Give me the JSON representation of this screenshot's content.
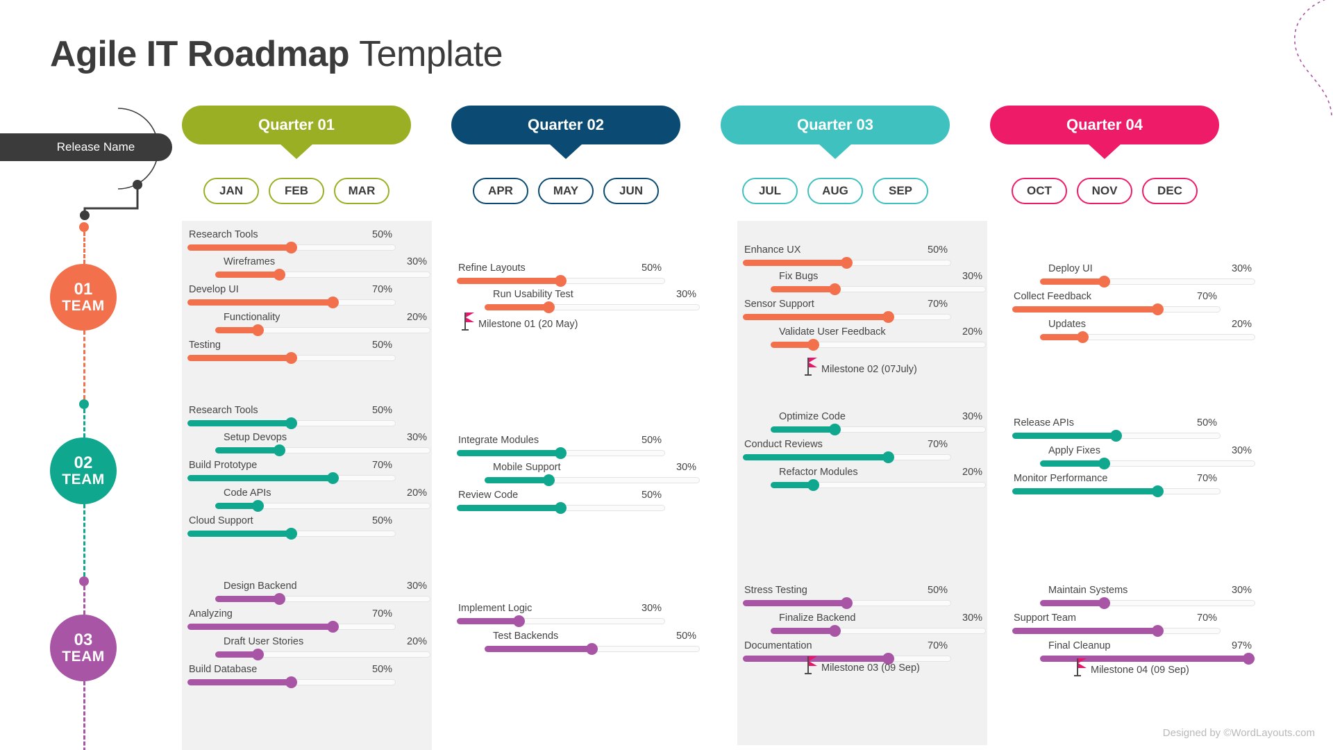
{
  "page": {
    "title_bold": "Agile IT Roadmap",
    "title_light": "Template",
    "credit": "Designed by ©WordLayouts.com"
  },
  "release": {
    "label": "Release Name",
    "color": "#3b3b3b"
  },
  "teams": [
    {
      "num": "01",
      "word": "TEAM",
      "color": "#F2704B"
    },
    {
      "num": "02",
      "word": "TEAM",
      "color": "#0FA78E"
    },
    {
      "num": "03",
      "word": "TEAM",
      "color": "#A855A5"
    }
  ],
  "quarters": [
    {
      "label": "Quarter 01",
      "color": "#9BAF24",
      "months": [
        "JAN",
        "FEB",
        "MAR"
      ],
      "tasks": [
        {
          "name": "Research Tools",
          "pct": "50%",
          "team": 1,
          "indent": false
        },
        {
          "name": "Wireframes",
          "pct": "30%",
          "team": 1,
          "indent": true
        },
        {
          "name": "Develop UI",
          "pct": "70%",
          "team": 1,
          "indent": false
        },
        {
          "name": "Functionality",
          "pct": "20%",
          "team": 1,
          "indent": true
        },
        {
          "name": "Testing",
          "pct": "50%",
          "team": 1,
          "indent": false
        },
        {
          "name": "Research Tools",
          "pct": "50%",
          "team": 2,
          "indent": false
        },
        {
          "name": "Setup Devops",
          "pct": "30%",
          "team": 2,
          "indent": true
        },
        {
          "name": "Build Prototype",
          "pct": "70%",
          "team": 2,
          "indent": false
        },
        {
          "name": "Code APIs",
          "pct": "20%",
          "team": 2,
          "indent": true
        },
        {
          "name": "Cloud Support",
          "pct": "50%",
          "team": 2,
          "indent": false
        },
        {
          "name": "Design Backend",
          "pct": "30%",
          "team": 3,
          "indent": true
        },
        {
          "name": "Analyzing",
          "pct": "70%",
          "team": 3,
          "indent": false
        },
        {
          "name": "Draft User Stories",
          "pct": "20%",
          "team": 3,
          "indent": true
        },
        {
          "name": "Build Database",
          "pct": "50%",
          "team": 3,
          "indent": false
        }
      ],
      "milestones": []
    },
    {
      "label": "Quarter 02",
      "color": "#0B4A72",
      "months": [
        "APR",
        "MAY",
        "JUN"
      ],
      "tasks": [
        {
          "name": "Refine Layouts",
          "pct": "50%",
          "team": 1,
          "indent": false
        },
        {
          "name": "Run Usability Test",
          "pct": "30%",
          "team": 1,
          "indent": true
        },
        {
          "name": "Integrate Modules",
          "pct": "50%",
          "team": 2,
          "indent": false
        },
        {
          "name": "Mobile Support",
          "pct": "30%",
          "team": 2,
          "indent": true
        },
        {
          "name": "Review Code",
          "pct": "50%",
          "team": 2,
          "indent": false
        },
        {
          "name": "Implement Logic",
          "pct": "30%",
          "team": 3,
          "indent": false
        },
        {
          "name": "Test Backends",
          "pct": "50%",
          "team": 3,
          "indent": true
        }
      ],
      "milestones": [
        {
          "text": "Milestone 01 (20 May)",
          "after": 2
        }
      ]
    },
    {
      "label": "Quarter 03",
      "color": "#3FC1C0",
      "months": [
        "JUL",
        "AUG",
        "SEP"
      ],
      "tasks": [
        {
          "name": "Enhance UX",
          "pct": "50%",
          "team": 1,
          "indent": false
        },
        {
          "name": "Fix Bugs",
          "pct": "30%",
          "team": 1,
          "indent": true
        },
        {
          "name": "Sensor Support",
          "pct": "70%",
          "team": 1,
          "indent": false
        },
        {
          "name": "Validate User Feedback",
          "pct": "20%",
          "team": 1,
          "indent": true
        },
        {
          "name": "Optimize Code",
          "pct": "30%",
          "team": 2,
          "indent": true
        },
        {
          "name": "Conduct Reviews",
          "pct": "70%",
          "team": 2,
          "indent": false
        },
        {
          "name": "Refactor Modules",
          "pct": "20%",
          "team": 2,
          "indent": true
        },
        {
          "name": "Stress Testing",
          "pct": "50%",
          "team": 3,
          "indent": false
        },
        {
          "name": "Finalize Backend",
          "pct": "30%",
          "team": 3,
          "indent": true
        },
        {
          "name": "Documentation",
          "pct": "70%",
          "team": 3,
          "indent": false
        }
      ],
      "milestones": [
        {
          "text": "Milestone 02 (07July)",
          "after": 4
        },
        {
          "text": "Milestone 03 (09 Sep)",
          "after": 10
        }
      ]
    },
    {
      "label": "Quarter 04",
      "color": "#EE1C68",
      "months": [
        "OCT",
        "NOV",
        "DEC"
      ],
      "tasks": [
        {
          "name": "Deploy UI",
          "pct": "30%",
          "team": 1,
          "indent": true
        },
        {
          "name": "Collect Feedback",
          "pct": "70%",
          "team": 1,
          "indent": false
        },
        {
          "name": "Updates",
          "pct": "20%",
          "team": 1,
          "indent": true
        },
        {
          "name": "Release APIs",
          "pct": "50%",
          "team": 2,
          "indent": false
        },
        {
          "name": "Apply Fixes",
          "pct": "30%",
          "team": 2,
          "indent": true
        },
        {
          "name": "Monitor Performance",
          "pct": "70%",
          "team": 2,
          "indent": false
        },
        {
          "name": "Maintain Systems",
          "pct": "30%",
          "team": 3,
          "indent": true
        },
        {
          "name": "Support Team",
          "pct": "70%",
          "team": 3,
          "indent": false
        },
        {
          "name": "Final Cleanup",
          "pct": "97%",
          "team": 3,
          "indent": true
        }
      ],
      "milestones": [
        {
          "text": "Milestone 04 (09 Sep)",
          "after": 9
        }
      ]
    }
  ]
}
